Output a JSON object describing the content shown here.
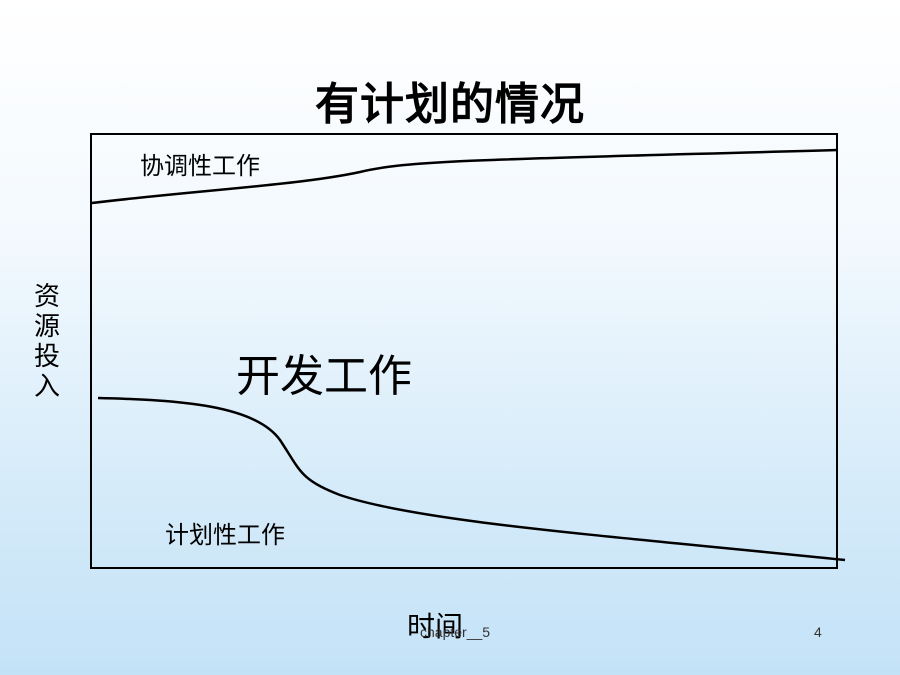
{
  "slide": {
    "title": "有计划的情况",
    "curve_labels": {
      "coordination": "协调性工作",
      "development": "开发工作",
      "planning": "计划性工作"
    },
    "y_axis_label": "资源投入",
    "x_axis_label": "时间",
    "footer": "chapter__5",
    "page_number": "4"
  }
}
